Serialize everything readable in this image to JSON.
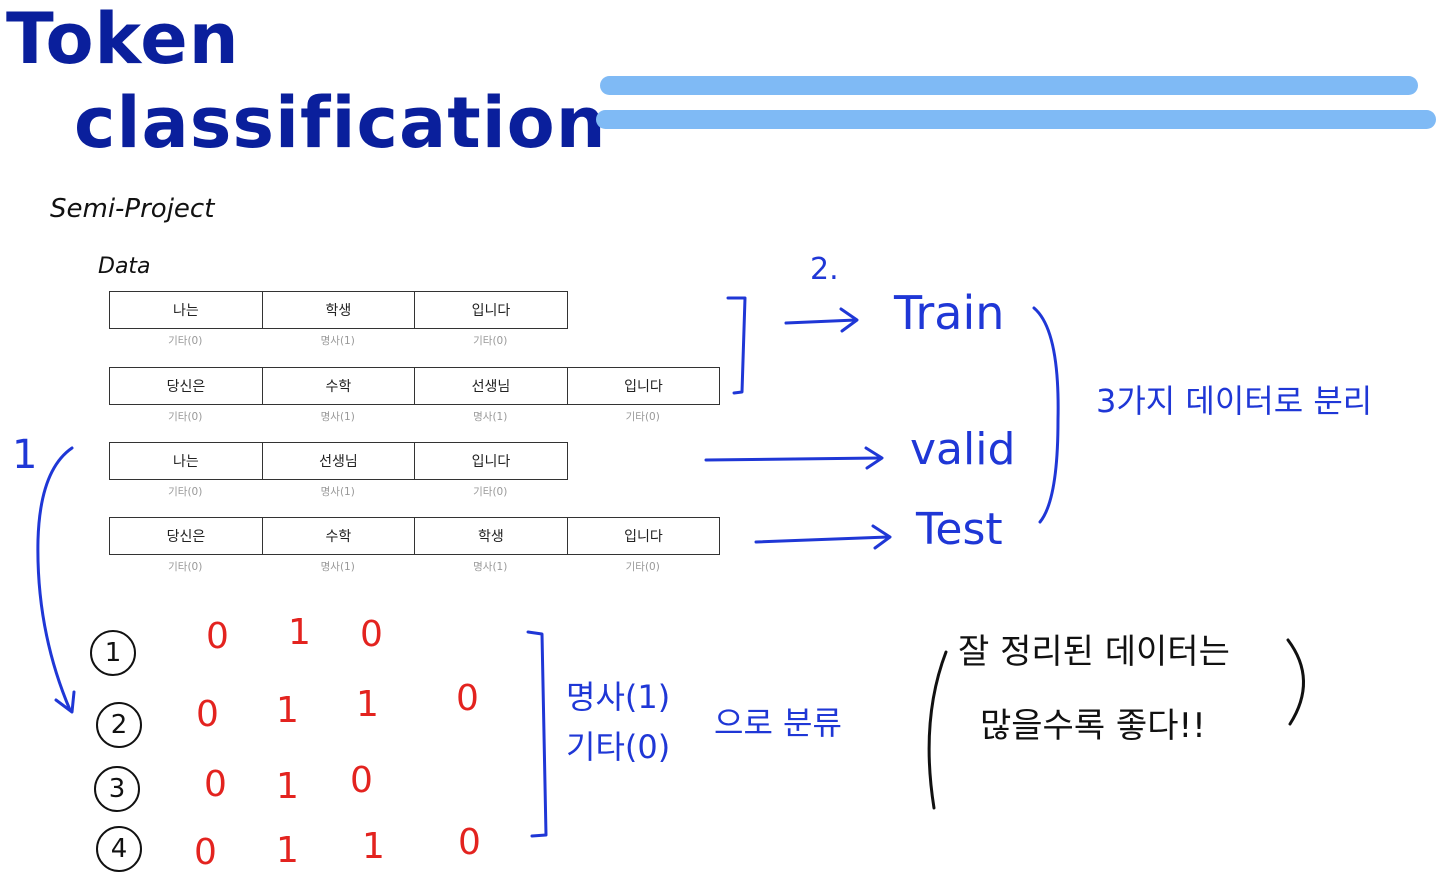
{
  "title": {
    "line1": "Token",
    "line2": "classification"
  },
  "subtitle": "Semi-Project",
  "data_label": "Data",
  "table_rows": [
    {
      "tokens": [
        "나는",
        "학생",
        "입니다"
      ],
      "tags": [
        "기타(0)",
        "명사(1)",
        "기타(0)"
      ]
    },
    {
      "tokens": [
        "당신은",
        "수학",
        "선생님",
        "입니다"
      ],
      "tags": [
        "기타(0)",
        "명사(1)",
        "명사(1)",
        "기타(0)"
      ]
    },
    {
      "tokens": [
        "나는",
        "선생님",
        "입니다"
      ],
      "tags": [
        "기타(0)",
        "명사(1)",
        "기타(0)"
      ]
    },
    {
      "tokens": [
        "당신은",
        "수학",
        "학생",
        "입니다"
      ],
      "tags": [
        "기타(0)",
        "명사(1)",
        "명사(1)",
        "기타(0)"
      ]
    }
  ],
  "annotations": {
    "step1": "1",
    "step2": "2.",
    "train": "Train",
    "valid": "valid",
    "test": "Test",
    "split_note": "3가지 데이터로 분리",
    "class_note_noun": "명사(1)",
    "class_note_other": "기타(0)",
    "class_note_suffix": "으로 분류",
    "quote_line1": "잘 정리된 데이터는",
    "quote_line2": "많을수록 좋다!!"
  },
  "label_sequences": [
    {
      "num": "1",
      "values": [
        "0",
        "1",
        "0"
      ]
    },
    {
      "num": "2",
      "values": [
        "0",
        "1",
        "1",
        "0"
      ]
    },
    {
      "num": "3",
      "values": [
        "0",
        "1",
        "0"
      ]
    },
    {
      "num": "4",
      "values": [
        "0",
        "1",
        "1",
        "0"
      ]
    }
  ],
  "colors": {
    "title": "#0a1f9c",
    "annotation": "#1f37d6",
    "labels": "#e3231f",
    "decoration": "#7fbaf5"
  }
}
